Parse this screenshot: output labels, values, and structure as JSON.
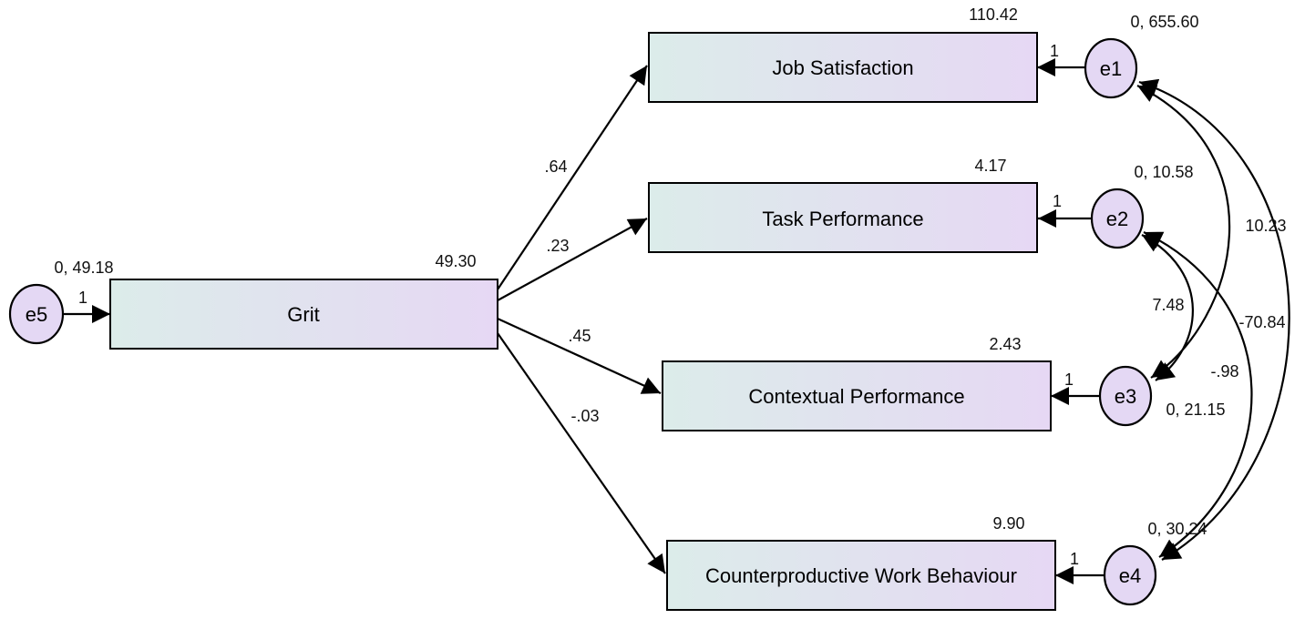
{
  "nodes": {
    "grit": {
      "label": "Grit",
      "value": "49.30"
    },
    "job": {
      "label": "Job Satisfaction",
      "value": "110.42"
    },
    "task": {
      "label": "Task Performance",
      "value": "4.17"
    },
    "ctx": {
      "label": "Contextual Performance",
      "value": "2.43"
    },
    "cwb": {
      "label": "Counterproductive Work Behaviour",
      "value": "9.90"
    }
  },
  "errors": {
    "e1": {
      "label": "e1",
      "value": "0, 655.60"
    },
    "e2": {
      "label": "e2",
      "value": "0, 10.58"
    },
    "e3": {
      "label": "e3",
      "value": "0, 21.15"
    },
    "e4": {
      "label": "e4",
      "value": "0, 30.24"
    },
    "e5": {
      "label": "e5",
      "value": "0, 49.18"
    }
  },
  "paths": {
    "grit_job": ".64",
    "grit_task": ".23",
    "grit_ctx": ".45",
    "grit_cwb": "-.03"
  },
  "fixed_weights": {
    "e1": "1",
    "e2": "1",
    "e3": "1",
    "e4": "1",
    "e5": "1"
  },
  "covariances": {
    "e1_e3": "10.23",
    "e2_e3": "7.48",
    "e1_e4": "-70.84",
    "e2_e4": "-.98"
  },
  "colors": {
    "box_left": "#dcecea",
    "box_right": "#e6d8f4",
    "circle_fill": "#e4d8f4",
    "stroke": "#000000"
  }
}
